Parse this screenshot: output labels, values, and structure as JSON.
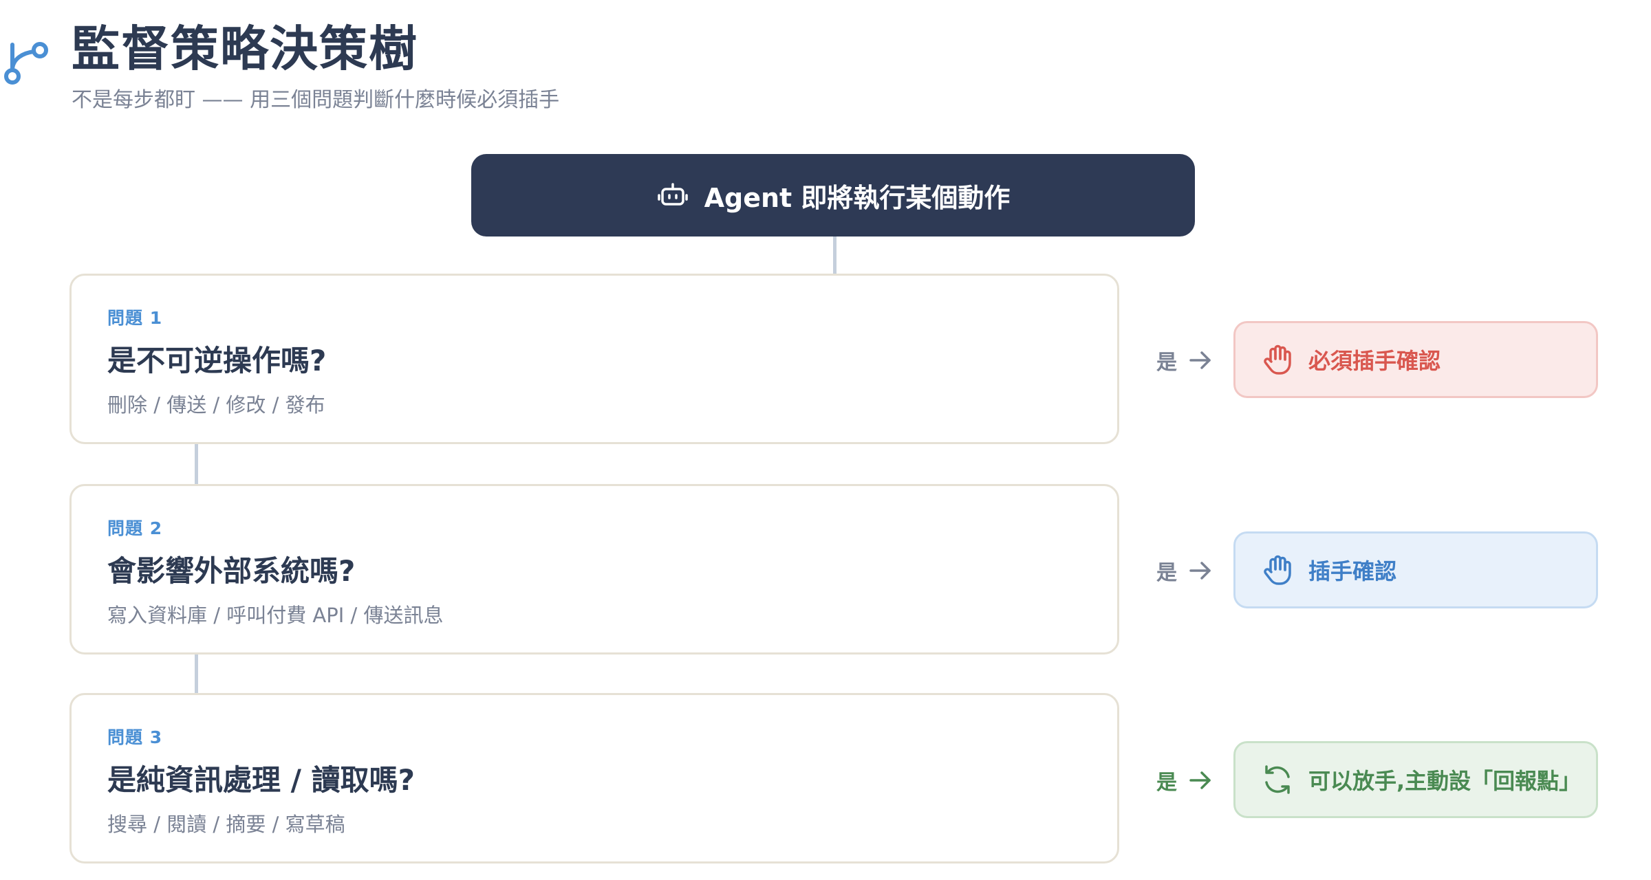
{
  "header": {
    "title": "監督策略決策樹",
    "subtitle": "不是每步都盯 —— 用三個問題判斷什麼時候必須插手"
  },
  "start": {
    "label": "Agent 即將執行某個動作",
    "icon": "robot-icon"
  },
  "questions": [
    {
      "number": "問題 1",
      "text": "是不可逆操作嗎?",
      "examples": "刪除 / 傳送 / 修改 / 發布",
      "yes_label": "是"
    },
    {
      "number": "問題 2",
      "text": "會影響外部系統嗎?",
      "examples": "寫入資料庫 / 呼叫付費 API / 傳送訊息",
      "yes_label": "是"
    },
    {
      "number": "問題 3",
      "text": "是純資訊處理 / 讀取嗎?",
      "examples": "搜尋 / 閱讀 / 摘要 / 寫草稿",
      "yes_label": "是"
    }
  ],
  "outcomes": [
    {
      "label": "必須插手確認",
      "icon": "hand-icon",
      "color": "#d9574f"
    },
    {
      "label": "插手確認",
      "icon": "hand-icon",
      "color": "#3f7fc7"
    },
    {
      "label": "可以放手,主動設「回報點」",
      "icon": "refresh-icon",
      "color": "#4a8a52"
    }
  ],
  "colors": {
    "navy": "#2e3a55",
    "accent": "#4a8fd4",
    "connector": "#c5cfdc"
  }
}
